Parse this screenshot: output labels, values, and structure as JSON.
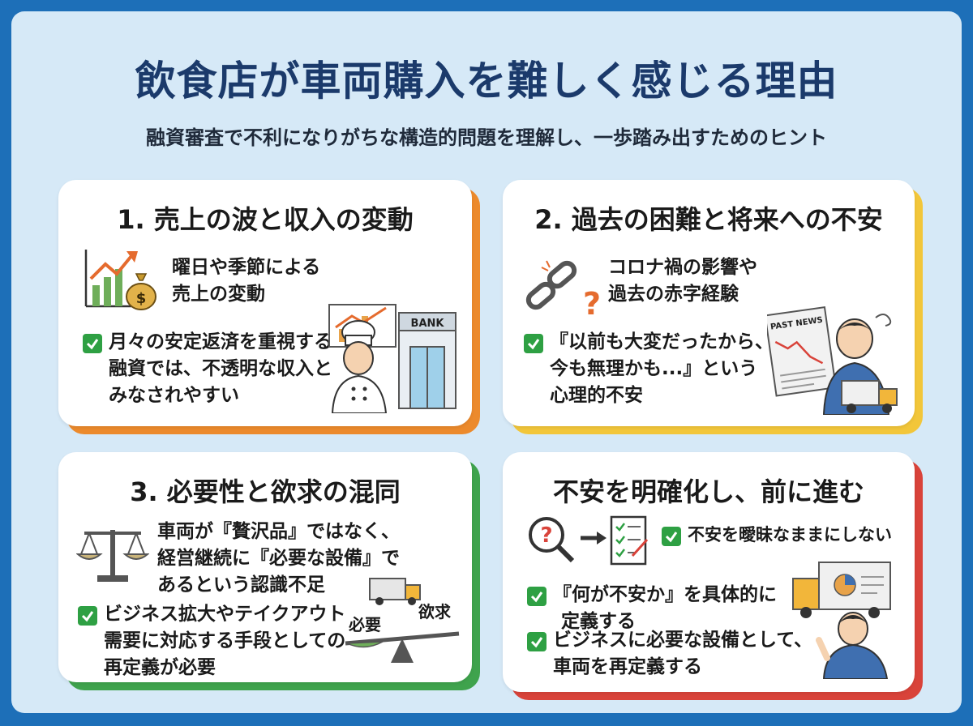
{
  "title": "飲食店が車両購入を難しく感じる理由",
  "subtitle": "融資審査で不利になりがちな構造的問題を理解し、一歩踏み出すためのヒント",
  "colors": {
    "orange": "#ec8a2c",
    "yellow": "#f2c63a",
    "green": "#3fa34d",
    "red": "#d9433a",
    "check": "#2ea043",
    "title": "#1b3a6b"
  },
  "cards": [
    {
      "title": "1. 売上の波と収入の変動",
      "point": [
        "曜日や季節による",
        "売上の変動"
      ],
      "check": [
        "月々の安定返済を重視する",
        "融資では、不透明な収入と",
        "みなされやすい"
      ],
      "bank_label": "BANK"
    },
    {
      "title": "2. 過去の困難と将来への不安",
      "point": [
        "コロナ禍の影響や",
        "過去の赤字経験"
      ],
      "check": [
        "『以前も大変だったから、",
        "今も無理かも...』という",
        "心理的不安"
      ],
      "news_label": "PAST NEWS"
    },
    {
      "title": "3. 必要性と欲求の混同",
      "point": [
        "車両が『贅沢品』ではなく、",
        "経営継続に『必要な設備』で",
        "あるという認識不足"
      ],
      "check": [
        "ビジネス拡大やテイクアウト",
        "需要に対応する手段としての",
        "再定義が必要"
      ],
      "scale_left": "必要",
      "scale_right": "欲求"
    },
    {
      "title": "不安を明確化し、前に進む",
      "check_top": "不安を曖昧なままにしない",
      "check_a": [
        "『何が不安か』を具体的に",
        "定義する"
      ],
      "check_b": [
        "ビジネスに必要な設備として、",
        "車両を再定義する"
      ]
    }
  ]
}
